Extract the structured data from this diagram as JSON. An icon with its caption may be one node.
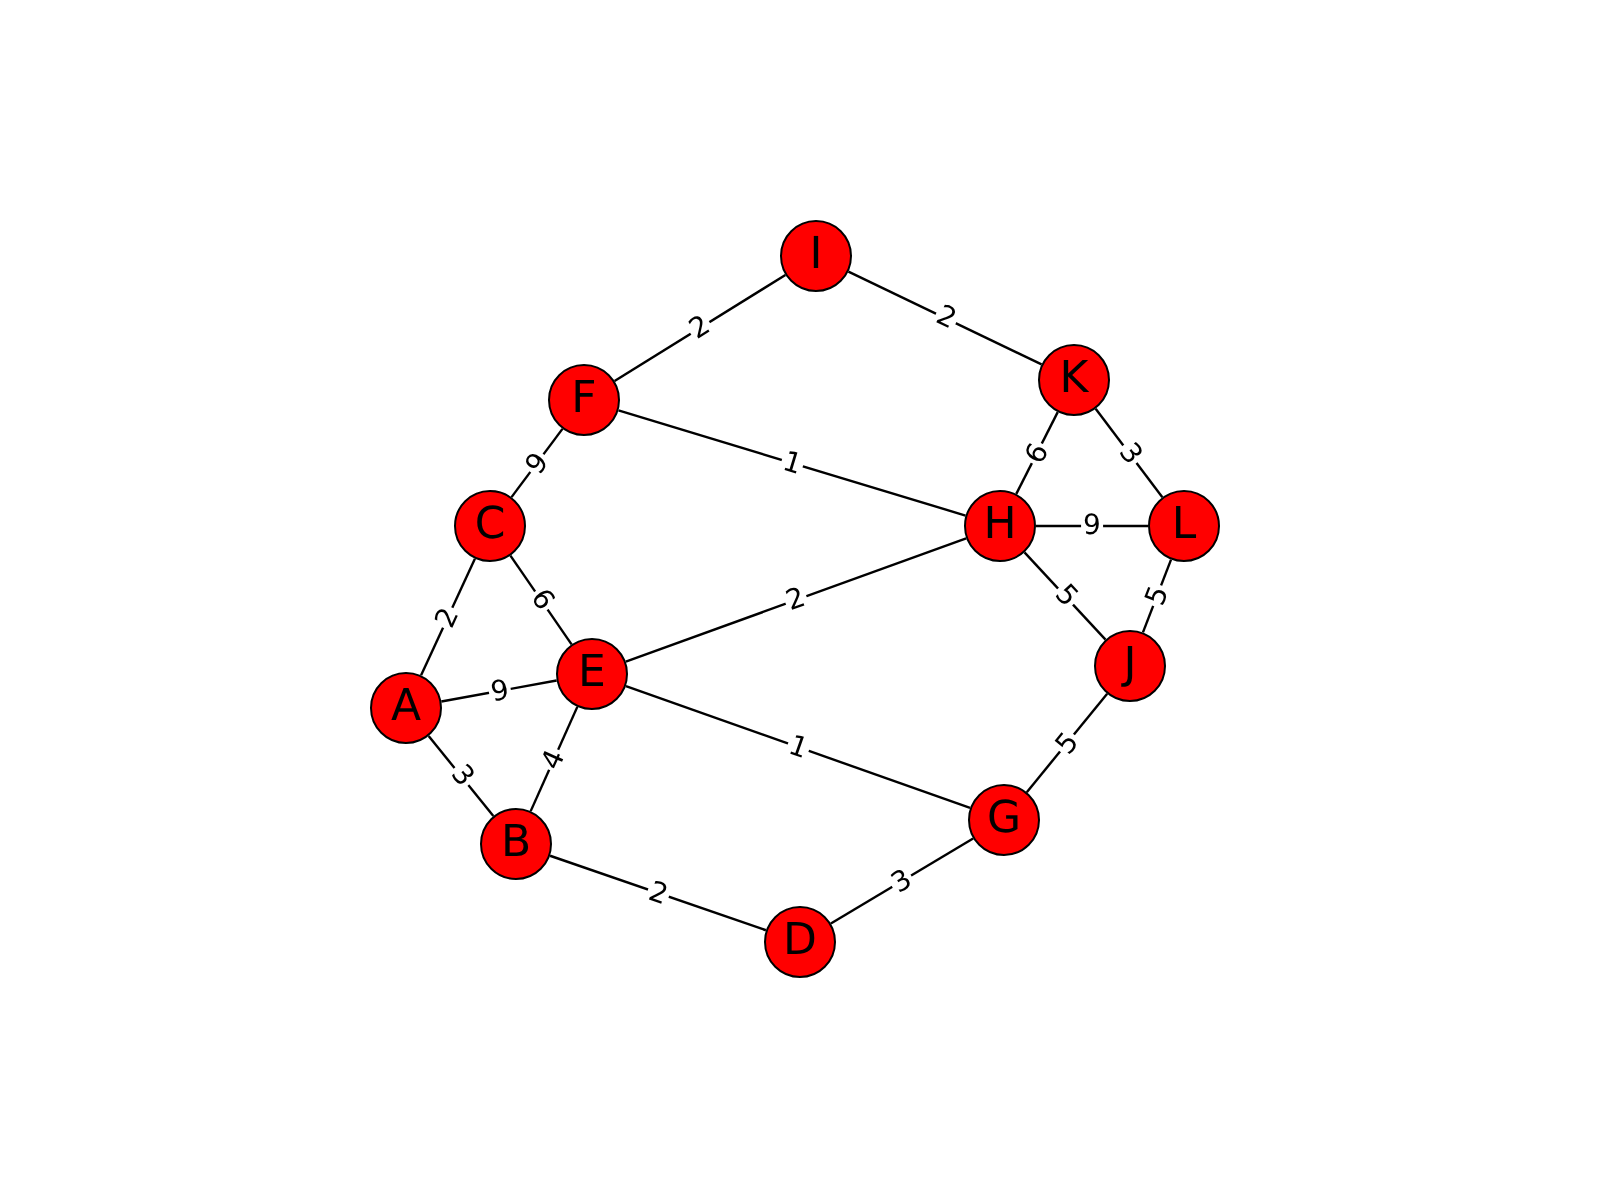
{
  "diagram": {
    "nodes": [
      {
        "text": [
          "I"
        ]
      },
      {
        "text": [
          "K"
        ]
      },
      {
        "text": [
          "F"
        ]
      },
      {
        "text": [
          "C"
        ]
      },
      {
        "text": [
          "H"
        ]
      },
      {
        "text": [
          "L"
        ]
      },
      {
        "text": [
          "J"
        ]
      },
      {
        "text": [
          "E"
        ]
      },
      {
        "text": [
          "A"
        ]
      },
      {
        "text": [
          "G"
        ]
      },
      {
        "text": [
          "B"
        ]
      },
      {
        "text": [
          "D"
        ]
      }
    ],
    "edges": [
      {
        "from": 2,
        "to": 0,
        "arrow": "none",
        "label": "2"
      },
      {
        "from": 0,
        "to": 1,
        "arrow": "none",
        "label": "2"
      },
      {
        "from": 3,
        "to": 2,
        "arrow": "none",
        "label": "9"
      },
      {
        "from": 2,
        "to": 4,
        "arrow": "none",
        "label": "1"
      },
      {
        "from": 4,
        "to": 1,
        "arrow": "none",
        "label": "6"
      },
      {
        "from": 1,
        "to": 5,
        "arrow": "none",
        "label": "3"
      },
      {
        "from": 4,
        "to": 5,
        "arrow": "none",
        "label": "9"
      },
      {
        "from": 4,
        "to": 6,
        "arrow": "none",
        "label": "5"
      },
      {
        "from": 6,
        "to": 5,
        "arrow": "none",
        "label": "5"
      },
      {
        "from": 8,
        "to": 3,
        "arrow": "none",
        "label": "2"
      },
      {
        "from": 3,
        "to": 7,
        "arrow": "none",
        "label": "6"
      },
      {
        "from": 8,
        "to": 7,
        "arrow": "none",
        "label": "9"
      },
      {
        "from": 7,
        "to": 4,
        "arrow": "none",
        "label": "2"
      },
      {
        "from": 8,
        "to": 10,
        "arrow": "none",
        "label": "3"
      },
      {
        "from": 10,
        "to": 7,
        "arrow": "none",
        "label": "4"
      },
      {
        "from": 7,
        "to": 9,
        "arrow": "none",
        "label": "1"
      },
      {
        "from": 9,
        "to": 6,
        "arrow": "none",
        "label": "5"
      },
      {
        "from": 10,
        "to": 11,
        "arrow": "none",
        "label": "2"
      },
      {
        "from": 11,
        "to": 9,
        "arrow": "none",
        "label": "3"
      }
    ]
  }
}
